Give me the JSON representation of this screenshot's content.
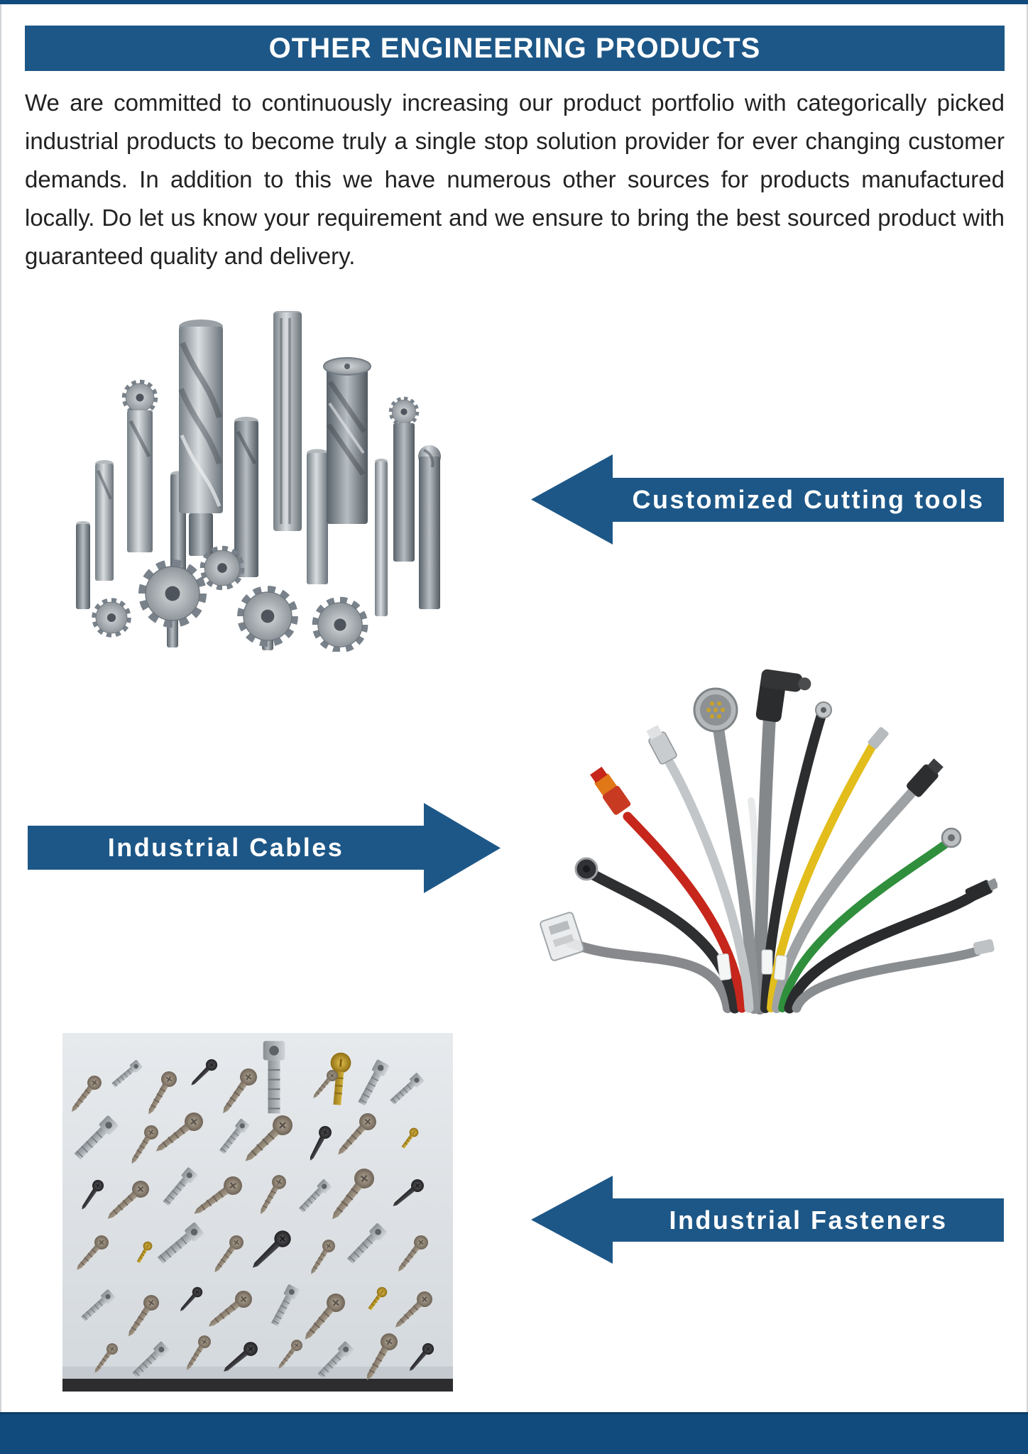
{
  "colors": {
    "accent_blue": "#1d5787",
    "deep_blue": "#114a7c",
    "text_dark": "#222222"
  },
  "header": {
    "title": "OTHER ENGINEERING PRODUCTS"
  },
  "intro": "We are committed to continuously increasing our product portfolio with categorically picked industrial products to become truly a single stop solution provider for ever changing customer demands. In addition to this we have numerous other sources for products manufactured locally. Do let us know your requirement and we ensure to bring the best sourced product with guaranteed quality and delivery.",
  "banners": [
    {
      "label": "Customized Cutting tools",
      "direction": "left"
    },
    {
      "label": "Industrial Cables",
      "direction": "right"
    },
    {
      "label": "Industrial Fasteners",
      "direction": "left"
    }
  ],
  "photos": [
    {
      "name": "customized-cutting-tools-photo"
    },
    {
      "name": "industrial-cables-photo"
    },
    {
      "name": "industrial-fasteners-photo"
    }
  ]
}
